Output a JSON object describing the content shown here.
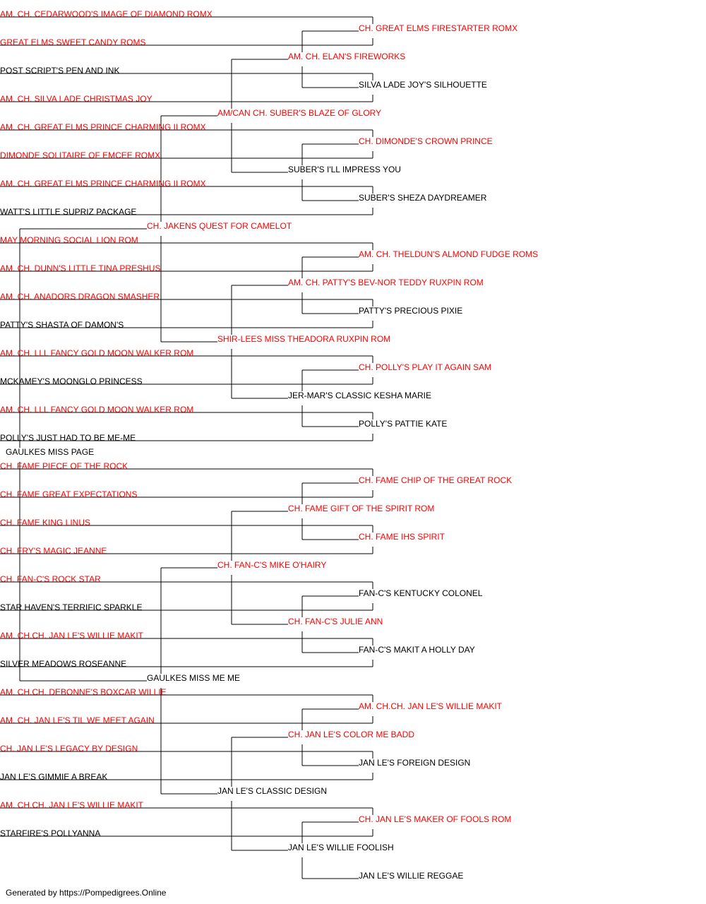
{
  "colors": {
    "champion": "#ff0000",
    "normal": "#000000",
    "line": "#000000"
  },
  "subject": {
    "name": "GAULKES MISS PAGE",
    "champion": false
  },
  "generation1": [
    {
      "name": "CH. JAKENS QUEST FOR CAMELOT",
      "champion": true
    },
    {
      "name": "GAULKES MISS ME ME",
      "champion": false
    }
  ],
  "generation2": [
    {
      "name": "AM/CAN CH. SUBER'S BLAZE OF GLORY",
      "champion": true
    },
    {
      "name": "SHIR-LEES MISS THEADORA RUXPIN ROM",
      "champion": true
    },
    {
      "name": "CH. FAN-C'S MIKE O'HAIRY",
      "champion": true
    },
    {
      "name": "JAN LE'S CLASSIC DESIGN",
      "champion": false
    }
  ],
  "generation3": [
    {
      "name": "AM. CH. ELAN'S FIREWORKS",
      "champion": true
    },
    {
      "name": "SUBER'S I'LL IMPRESS YOU",
      "champion": false
    },
    {
      "name": "AM. CH. PATTY'S BEV-NOR TEDDY RUXPIN ROM",
      "champion": true
    },
    {
      "name": "JER-MAR'S CLASSIC KESHA MARIE",
      "champion": false
    },
    {
      "name": "CH. FAME GIFT OF THE SPIRIT ROM",
      "champion": true
    },
    {
      "name": "CH. FAN-C'S JULIE ANN",
      "champion": true
    },
    {
      "name": "CH. JAN LE'S COLOR ME BADD",
      "champion": true
    },
    {
      "name": "JAN LE'S WILLIE FOOLISH",
      "champion": false
    }
  ],
  "generation4": [
    {
      "name": "CH. GREAT ELMS FIRESTARTER ROMX",
      "champion": true
    },
    {
      "name": "SILVA LADE JOY'S SILHOUETTE",
      "champion": false
    },
    {
      "name": "CH. DIMONDE'S CROWN PRINCE",
      "champion": true
    },
    {
      "name": "SUBER'S SHEZA DAYDREAMER",
      "champion": false
    },
    {
      "name": "AM. CH. THELDUN'S ALMOND FUDGE ROMS",
      "champion": true
    },
    {
      "name": "PATTY'S PRECIOUS PIXIE",
      "champion": false
    },
    {
      "name": "CH. POLLY'S PLAY IT AGAIN SAM",
      "champion": true
    },
    {
      "name": "POLLY'S PATTIE KATE",
      "champion": false
    },
    {
      "name": "CH. FAME CHIP OF THE GREAT ROCK",
      "champion": true
    },
    {
      "name": "CH. FAME IHS SPIRIT",
      "champion": true
    },
    {
      "name": "FAN-C'S KENTUCKY COLONEL",
      "champion": false
    },
    {
      "name": "FAN-C'S MAKIT A HOLLY DAY",
      "champion": false
    },
    {
      "name": "AM. CH.CH. JAN LE'S WILLIE MAKIT",
      "champion": true
    },
    {
      "name": "JAN LE'S FOREIGN DESIGN",
      "champion": false
    },
    {
      "name": "CH. JAN LE'S MAKER OF FOOLS ROM",
      "champion": true
    },
    {
      "name": "JAN LE'S WILLIE REGGAE",
      "champion": false
    }
  ],
  "generation5": [
    {
      "name": "AM. CH. CEDARWOOD'S IMAGE OF DIAMOND ROMX",
      "champion": true
    },
    {
      "name": "GREAT ELMS SWEET CANDY ROMS",
      "champion": true
    },
    {
      "name": "POST SCRIPT'S PEN AND INK",
      "champion": false
    },
    {
      "name": "AM. CH. SILVA LADE CHRISTMAS JOY",
      "champion": true
    },
    {
      "name": "AM. CH. GREAT ELMS PRINCE CHARMING II ROMX",
      "champion": true
    },
    {
      "name": "DIMONDE SOLITAIRE OF EMCEE ROMX",
      "champion": true
    },
    {
      "name": "AM. CH. GREAT ELMS PRINCE CHARMING II ROMX",
      "champion": true
    },
    {
      "name": "WATT'S LITTLE SUPRIZ PACKAGE",
      "champion": false
    },
    {
      "name": "MAY MORNING SOCIAL LION ROM",
      "champion": true
    },
    {
      "name": "AM. CH. DUNN'S LITTLE TINA PRESHUS",
      "champion": true
    },
    {
      "name": "AM. CH. ANADORS DRAGON SMASHER",
      "champion": true
    },
    {
      "name": "PATTY'S SHASTA OF DAMON'S",
      "champion": false
    },
    {
      "name": "AM. CH. LLL FANCY GOLD MOON WALKER ROM",
      "champion": true
    },
    {
      "name": "MCKAMEY'S MOONGLO PRINCESS",
      "champion": false
    },
    {
      "name": "AM. CH. LLL FANCY GOLD MOON WALKER ROM",
      "champion": true
    },
    {
      "name": "POLLY'S JUST HAD TO BE ME-ME",
      "champion": false
    },
    {
      "name": "CH. FAME PIECE OF THE ROCK",
      "champion": true
    },
    {
      "name": "CH. FAME GREAT EXPECTATIONS",
      "champion": true
    },
    {
      "name": "CH. FAME KING LINUS",
      "champion": true
    },
    {
      "name": "CH. FRY'S MAGIC JEANNE",
      "champion": true
    },
    {
      "name": "CH. FAN-C'S ROCK STAR",
      "champion": true
    },
    {
      "name": "STAR HAVEN'S TERRIFIC SPARKLE",
      "champion": false
    },
    {
      "name": "AM. CH.CH. JAN LE'S WILLIE MAKIT",
      "champion": true
    },
    {
      "name": "SILVER MEADOWS ROSEANNE",
      "champion": false
    },
    {
      "name": "AM. CH.CH. DEBONNE'S BOXCAR WILLIE",
      "champion": true
    },
    {
      "name": "AM. CH. JAN LE'S TIL WE MEET AGAIN",
      "champion": true
    },
    {
      "name": "CH. JAN LE'S LEGACY BY DESIGN",
      "champion": true
    },
    {
      "name": "JAN LE'S GIMMIE A BREAK",
      "champion": false
    },
    {
      "name": "AM. CH.CH. JAN LE'S WILLIE MAKIT",
      "champion": true
    },
    {
      "name": "STARFIRE'S POLLYANNA",
      "champion": false
    },
    null,
    null
  ],
  "footer": "Generated by https://Pompedigrees.Online"
}
